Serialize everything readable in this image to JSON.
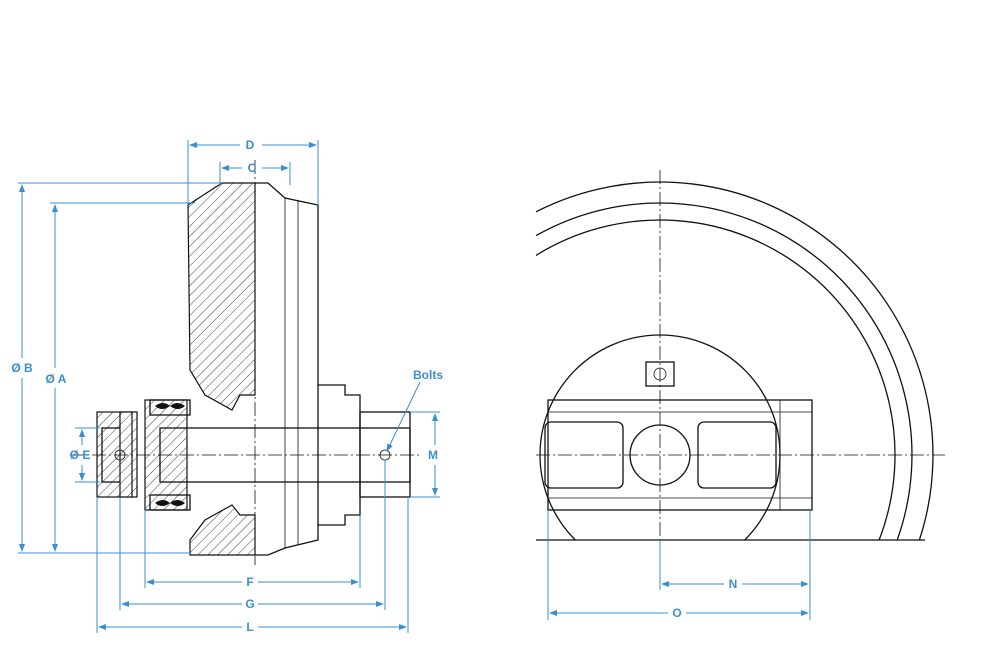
{
  "title": "Idler wheel dimension drawing",
  "accent_color": "#3b8fd0",
  "labels": {
    "D": "D",
    "C": "C",
    "B": "Ø B",
    "A": "Ø A",
    "E": "Ø E",
    "bolts": "Bolts",
    "M": "M",
    "F": "F",
    "G": "G",
    "L": "L",
    "N": "N",
    "O": "O"
  }
}
